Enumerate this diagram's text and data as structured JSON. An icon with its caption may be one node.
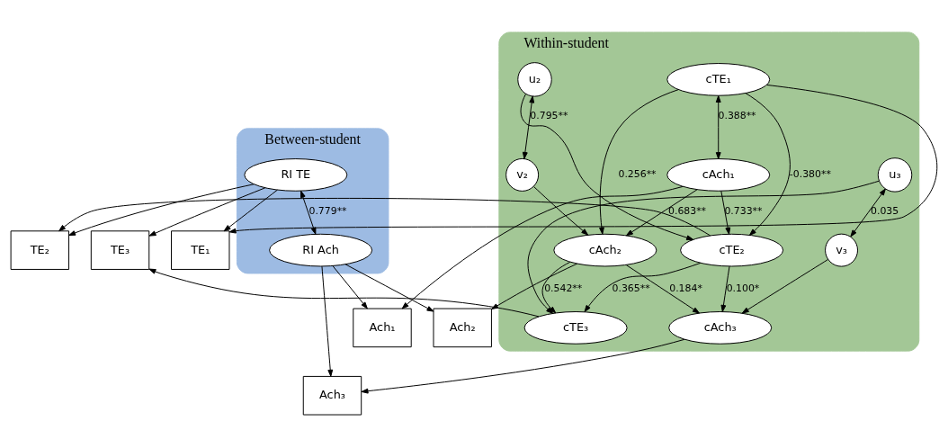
{
  "diagram": {
    "nodes": [
      {
        "text": [
          "Between-student"
        ]
      },
      {
        "text": [
          "RI TE"
        ],
        "in": 0
      },
      {
        "text": [
          "RI Ach"
        ],
        "in": 0
      },
      {
        "text": [
          "TE₁"
        ]
      },
      {
        "text": [
          "TE₂"
        ]
      },
      {
        "text": [
          "TE₃"
        ]
      },
      {
        "text": [
          "Within-student"
        ]
      },
      {
        "text": [
          "cTE₁"
        ],
        "in": 6
      },
      {
        "text": [
          "cTE₂"
        ],
        "in": 6
      },
      {
        "text": [
          "cTE₃"
        ],
        "in": 6
      },
      {
        "text": [
          "u₂"
        ],
        "in": 6
      },
      {
        "text": [
          "u₃"
        ],
        "in": 6
      },
      {
        "text": [
          "v₂"
        ],
        "in": 6
      },
      {
        "text": [
          "v₃"
        ],
        "in": 6
      },
      {
        "text": [
          "cAch₁"
        ],
        "in": 6
      },
      {
        "text": [
          "cAch₂"
        ],
        "in": 6
      },
      {
        "text": [
          "cAch₃"
        ],
        "in": 6
      },
      {
        "text": [
          "Ach₁"
        ]
      },
      {
        "text": [
          "Ach₂"
        ]
      },
      {
        "text": [
          "Ach₃"
        ]
      }
    ],
    "edges": [
      {
        "from": 1,
        "to": 3,
        "arrow": "to"
      },
      {
        "from": 1,
        "to": 4,
        "arrow": "to"
      },
      {
        "from": 1,
        "to": 5,
        "arrow": "to"
      },
      {
        "from": 1,
        "to": 2,
        "arrow": "both",
        "label": "0.779**"
      },
      {
        "from": 7,
        "to": 3,
        "arrow": "to"
      },
      {
        "from": 8,
        "to": 4,
        "arrow": "to"
      },
      {
        "from": 9,
        "to": 5,
        "arrow": "to"
      },
      {
        "from": 7,
        "to": 14,
        "arrow": "both",
        "label": "0.388**"
      },
      {
        "from": 7,
        "to": 8,
        "arrow": "to",
        "label": "-0.380**"
      },
      {
        "from": 14,
        "to": 8,
        "arrow": "to",
        "label": "0.733**"
      },
      {
        "from": 7,
        "to": 15,
        "arrow": "to",
        "label": "0.256**"
      },
      {
        "from": 14,
        "to": 15,
        "arrow": "to",
        "label": "0.683**"
      },
      {
        "from": 8,
        "to": 9,
        "arrow": "to",
        "label": "0.365**"
      },
      {
        "from": 15,
        "to": 9,
        "arrow": "to",
        "label": "0.542**"
      },
      {
        "from": 8,
        "to": 16,
        "arrow": "to",
        "label": "0.100*"
      },
      {
        "from": 15,
        "to": 16,
        "arrow": "to",
        "label": "0.184*"
      },
      {
        "from": 10,
        "to": 8,
        "arrow": "to"
      },
      {
        "from": 12,
        "to": 15,
        "arrow": "to"
      },
      {
        "from": 10,
        "to": 12,
        "arrow": "both",
        "label": "0.795**"
      },
      {
        "from": 11,
        "to": 9,
        "arrow": "to"
      },
      {
        "from": 13,
        "to": 16,
        "arrow": "to"
      },
      {
        "from": 11,
        "to": 13,
        "arrow": "both",
        "label": "0.035"
      },
      {
        "from": 14,
        "to": 17,
        "arrow": "to"
      },
      {
        "from": 15,
        "to": 18,
        "arrow": "to"
      },
      {
        "from": 16,
        "to": 19,
        "arrow": "to"
      },
      {
        "from": 2,
        "to": 17,
        "arrow": "to"
      },
      {
        "from": 2,
        "to": 18,
        "arrow": "to"
      },
      {
        "from": 2,
        "to": 19,
        "arrow": "to"
      }
    ]
  }
}
